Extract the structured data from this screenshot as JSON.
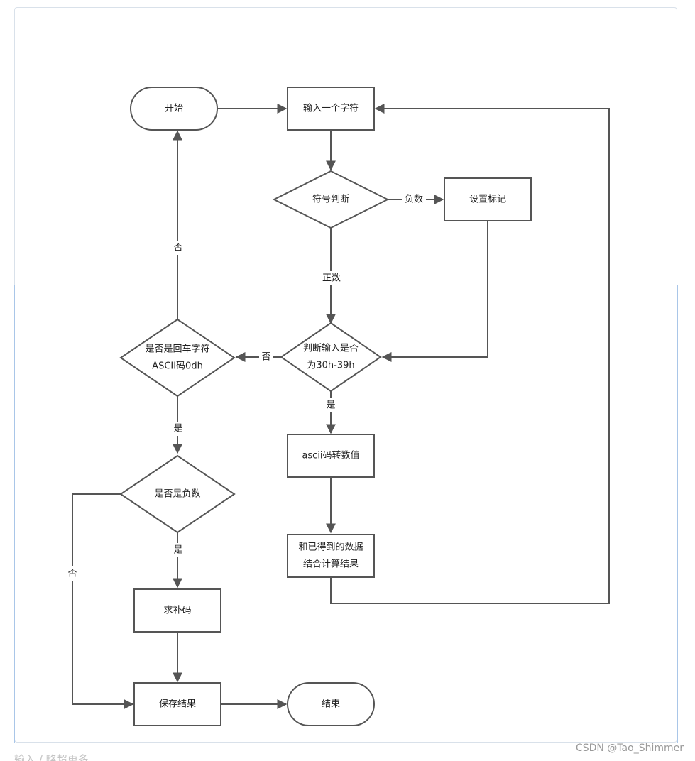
{
  "diagram": {
    "nodes": [
      {
        "id": "start",
        "shape": "terminal",
        "lines": [
          "开始"
        ]
      },
      {
        "id": "input",
        "shape": "process",
        "lines": [
          "输入一个字符"
        ]
      },
      {
        "id": "sign",
        "shape": "decision",
        "lines": [
          "符号判断"
        ]
      },
      {
        "id": "setflag",
        "shape": "process",
        "lines": [
          "设置标记"
        ]
      },
      {
        "id": "range",
        "shape": "decision",
        "lines": [
          "判断输入是否",
          "为30h-39h"
        ]
      },
      {
        "id": "enter",
        "shape": "decision",
        "lines": [
          "是否是回车字符",
          "ASCII码0dh"
        ]
      },
      {
        "id": "convert",
        "shape": "process",
        "lines": [
          "ascii码转数值"
        ]
      },
      {
        "id": "combine",
        "shape": "process",
        "lines": [
          "和已得到的数据",
          "结合计算结果"
        ]
      },
      {
        "id": "negative",
        "shape": "decision",
        "lines": [
          "是否是负数"
        ]
      },
      {
        "id": "complement",
        "shape": "process",
        "lines": [
          "求补码"
        ]
      },
      {
        "id": "save",
        "shape": "process",
        "lines": [
          "保存结果"
        ]
      },
      {
        "id": "end",
        "shape": "terminal",
        "lines": [
          "结束"
        ]
      }
    ],
    "edges": [
      {
        "id": "start-input",
        "from": "start",
        "to": "input",
        "label": ""
      },
      {
        "id": "input-sign",
        "from": "input",
        "to": "sign",
        "label": ""
      },
      {
        "id": "sign-setflag",
        "from": "sign",
        "to": "setflag",
        "label": "负数"
      },
      {
        "id": "sign-range",
        "from": "sign",
        "to": "range",
        "label": "正数"
      },
      {
        "id": "setflag-range",
        "from": "setflag",
        "to": "range",
        "label": ""
      },
      {
        "id": "range-enter",
        "from": "range",
        "to": "enter",
        "label": "否"
      },
      {
        "id": "range-convert",
        "from": "range",
        "to": "convert",
        "label": "是"
      },
      {
        "id": "enter-start",
        "from": "enter",
        "to": "start",
        "label": "否"
      },
      {
        "id": "enter-negative",
        "from": "enter",
        "to": "negative",
        "label": "是"
      },
      {
        "id": "convert-combine",
        "from": "convert",
        "to": "combine",
        "label": ""
      },
      {
        "id": "combine-input",
        "from": "combine",
        "to": "input",
        "label": ""
      },
      {
        "id": "negative-complement",
        "from": "negative",
        "to": "complement",
        "label": "是"
      },
      {
        "id": "negative-save",
        "from": "negative",
        "to": "save",
        "label": "否"
      },
      {
        "id": "complement-save",
        "from": "complement",
        "to": "save",
        "label": ""
      },
      {
        "id": "save-end",
        "from": "save",
        "to": "end",
        "label": ""
      }
    ]
  },
  "watermark": "CSDN @Tao_Shimmer",
  "bottom_hint": "输入 / 略超更多"
}
